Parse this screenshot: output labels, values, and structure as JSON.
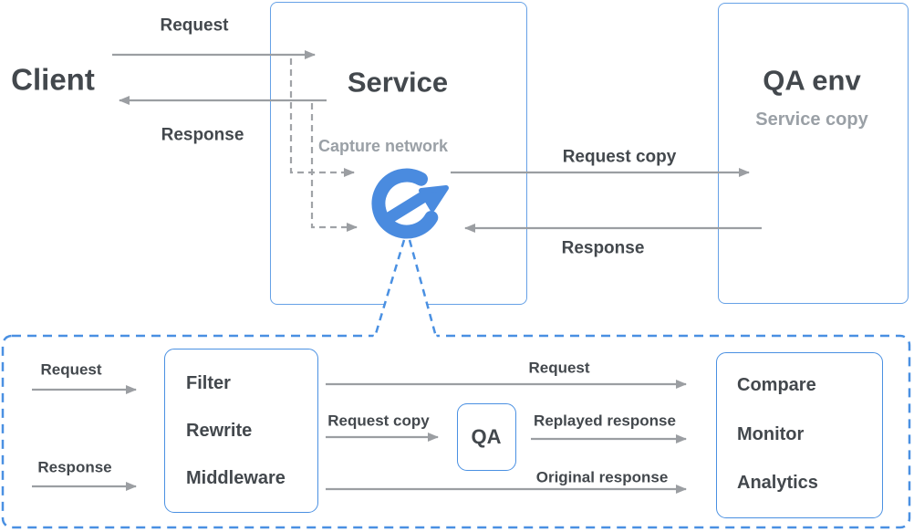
{
  "colors": {
    "accent_blue": "#4a90e2",
    "node_border_blue": "#66a1e6",
    "logo_blue": "#4a8bdf",
    "arrow_gray": "#9b9ea2",
    "text_dark": "#43484d",
    "text_gray": "#9aa0a6"
  },
  "top": {
    "client_label": "Client",
    "request_label": "Request",
    "response_label": "Response",
    "service": {
      "title": "Service",
      "capture_label": "Capture network"
    },
    "request_copy_label": "Request copy",
    "qa_response_label": "Response",
    "qa_env": {
      "title": "QA env",
      "subtitle": "Service copy"
    }
  },
  "bottom": {
    "request_in_label": "Request",
    "response_in_label": "Response",
    "processor": {
      "items": [
        "Filter",
        "Rewrite",
        "Middleware"
      ]
    },
    "request_flow_label": "Request",
    "request_copy_label": "Request copy",
    "qa_node_label": "QA",
    "replayed_response_label": "Replayed response",
    "original_response_label": "Original response",
    "outputs": {
      "items": [
        "Compare",
        "Monitor",
        "Analytics"
      ]
    }
  }
}
